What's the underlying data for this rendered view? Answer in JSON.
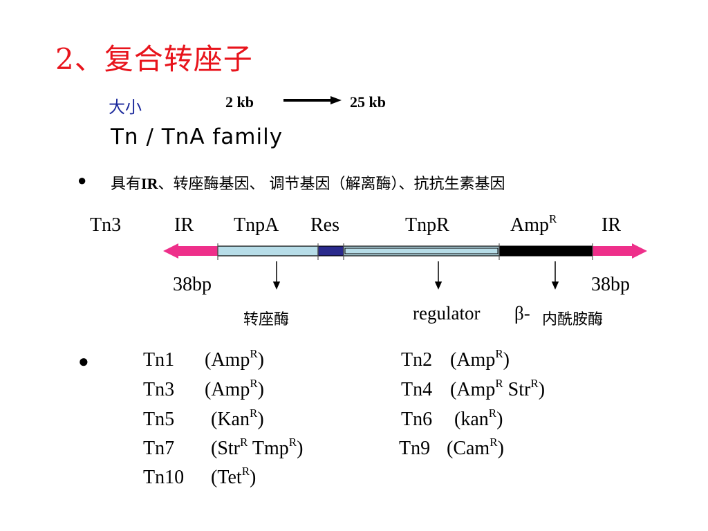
{
  "title": "2、复合转座子",
  "size_row": {
    "label": "大小",
    "from": "2 kb",
    "to": "25 kb"
  },
  "family_line": "Tn / TnA family",
  "bullet1": {
    "symbol": "●",
    "prefix": "具有",
    "ir": "IR",
    "rest": "、转座酶基因、 调节基因（解离酶）、抗抗生素基因"
  },
  "diagram": {
    "tn3": "Tn3",
    "ir_left": "IR",
    "tnpa": "TnpA",
    "res": "Res",
    "tnpr": "TnpR",
    "amp": "Amp",
    "amp_sup": "R",
    "ir_right": "IR",
    "bp_left": "38bp",
    "bp_right": "38bp",
    "transposase": "转座酶",
    "regulator": "regulator",
    "beta": "β-",
    "lactamase": "内酰胺酶",
    "colors": {
      "ir": "#ee2f8a",
      "tnpa": "#b7dde8",
      "res": "#2a2a8c",
      "tnpr": "#b7dde8",
      "amp": "#000000"
    }
  },
  "bullet2": {
    "symbol": "●",
    "entries": [
      {
        "name": "Tn1",
        "open": "(Amp",
        "sup": "R",
        "close": ")"
      },
      {
        "name": "Tn2",
        "open": "(Amp",
        "sup": "R",
        "close": ")"
      },
      {
        "name": "Tn3",
        "open": "(Amp",
        "sup": "R",
        "close": ")"
      },
      {
        "name": "Tn4",
        "open": "(Amp",
        "sup": "R",
        "mid": " Str",
        "sup2": "R",
        "close": ")"
      },
      {
        "name": "Tn5",
        "open": "(Kan",
        "sup": "R",
        "close": ")"
      },
      {
        "name": "Tn6",
        "open": "(kan",
        "sup": "R",
        "close": ")"
      },
      {
        "name": "Tn7",
        "open": "(Str",
        "sup": "R",
        "mid": " Tmp",
        "sup2": "R",
        "close": ")"
      },
      {
        "name": "Tn9",
        "open": "(Cam",
        "sup": "R",
        "close": ")"
      },
      {
        "name": "Tn10",
        "open": "(Tet",
        "sup": "R",
        "close": ")"
      }
    ]
  }
}
